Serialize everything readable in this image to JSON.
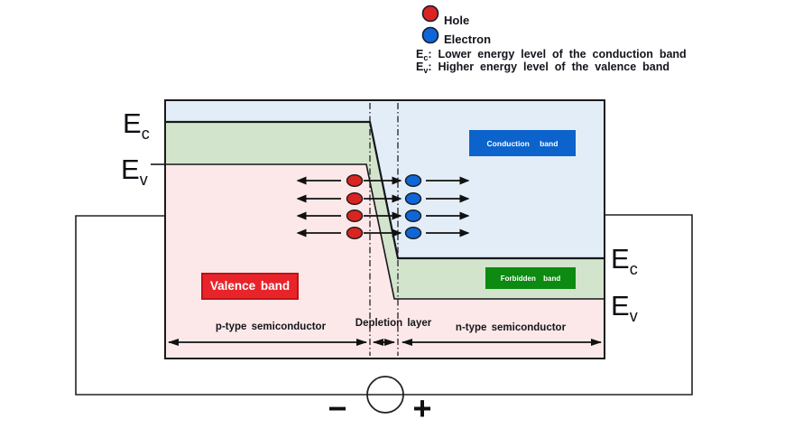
{
  "legend": {
    "hole": "Hole",
    "electron": "Electron",
    "e_symbol": "E",
    "c_sub": "c",
    "v_sub": "v",
    "ec_desc": ": Lower energy level of the conduction band",
    "ev_desc": ": Higher energy level of the valence band"
  },
  "bands": {
    "conduction": "Conduction band",
    "valence": "Valence band",
    "forbidden": "Forbidden band"
  },
  "regions": {
    "p_type": "p-type semiconductor",
    "depletion": "Depletion layer",
    "n_type": "n-type semiconductor"
  },
  "battery": {
    "minus": "−",
    "plus": "+"
  },
  "carriers": {
    "hole_rows": 4,
    "electron_rows": 4,
    "hole_direction": "left",
    "electron_direction": "right"
  },
  "colors": {
    "conduction_region": "#e2edf7",
    "forbidden_region": "#d2e5cc",
    "valence_region": "#fce8e8",
    "conduction_box": "#0c63cb",
    "valence_box": "#e8242a",
    "valence_box_border": "#c01216",
    "forbidden_box": "#0d8a11",
    "hole": "#d92421",
    "electron": "#0f66d6",
    "line": "#1a1a1a"
  }
}
